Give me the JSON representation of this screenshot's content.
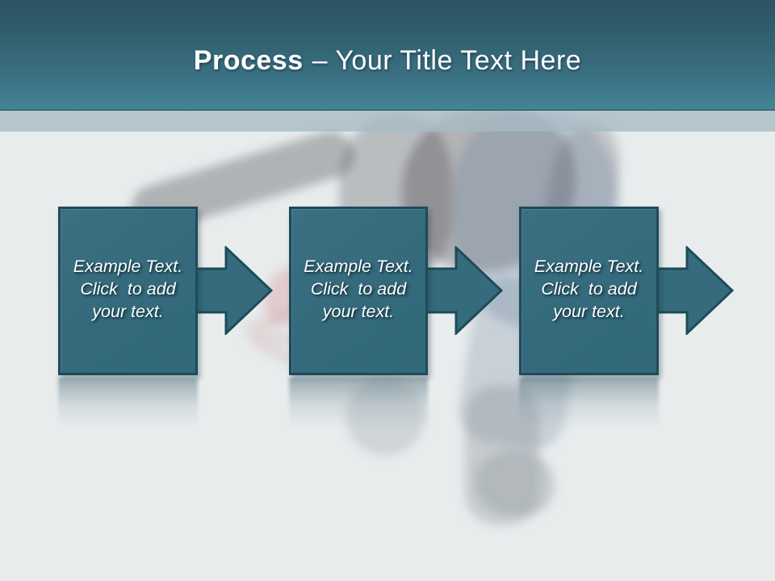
{
  "title": {
    "bold": "Process",
    "rest": "– Your Title Text Here"
  },
  "process": {
    "steps": [
      {
        "text": "Example Text.\nClick  to add\nyour text."
      },
      {
        "text": "Example Text.\nClick  to add\nyour text."
      },
      {
        "text": "Example Text.\nClick  to add\nyour text."
      }
    ]
  },
  "background": {
    "photo_alt": "faded photo of a dancer jumping"
  },
  "colors": {
    "header_gradient_top": "#2b5361",
    "header_gradient_bottom": "#458495",
    "divider_band": "#a7bac4",
    "content_background": "#e8eced",
    "shape_fill": "#356b7c",
    "shape_border": "#1d4b59",
    "title_text": "#ffffff",
    "step_text": "#ffffff"
  }
}
